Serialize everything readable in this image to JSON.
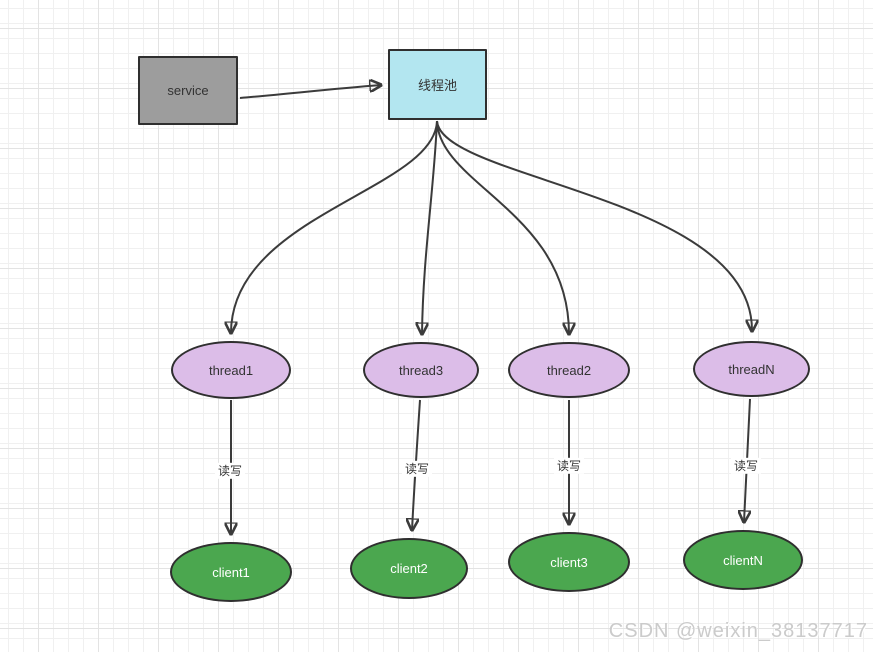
{
  "diagram": {
    "service": {
      "label": "service"
    },
    "pool": {
      "label": "线程池"
    },
    "threads": [
      {
        "label": "thread1"
      },
      {
        "label": "thread3"
      },
      {
        "label": "thread2"
      },
      {
        "label": "threadN"
      }
    ],
    "clients": [
      {
        "label": "client1"
      },
      {
        "label": "client2"
      },
      {
        "label": "client3"
      },
      {
        "label": "clientN"
      }
    ],
    "edge_labels": [
      {
        "label": "读写"
      },
      {
        "label": "读写"
      },
      {
        "label": "读写"
      },
      {
        "label": "读写"
      }
    ],
    "colors": {
      "service_fill": "#9d9d9d",
      "pool_fill": "#b3e6f0",
      "thread_fill": "#dcbde8",
      "client_fill": "#4ba74f",
      "stroke": "#2f2f2f",
      "connector": "#3b3b3b",
      "grid_minor": "#f0f0f0",
      "grid_major": "#e3e3e3"
    }
  },
  "watermark": {
    "text": "CSDN @weixin_38137717"
  }
}
